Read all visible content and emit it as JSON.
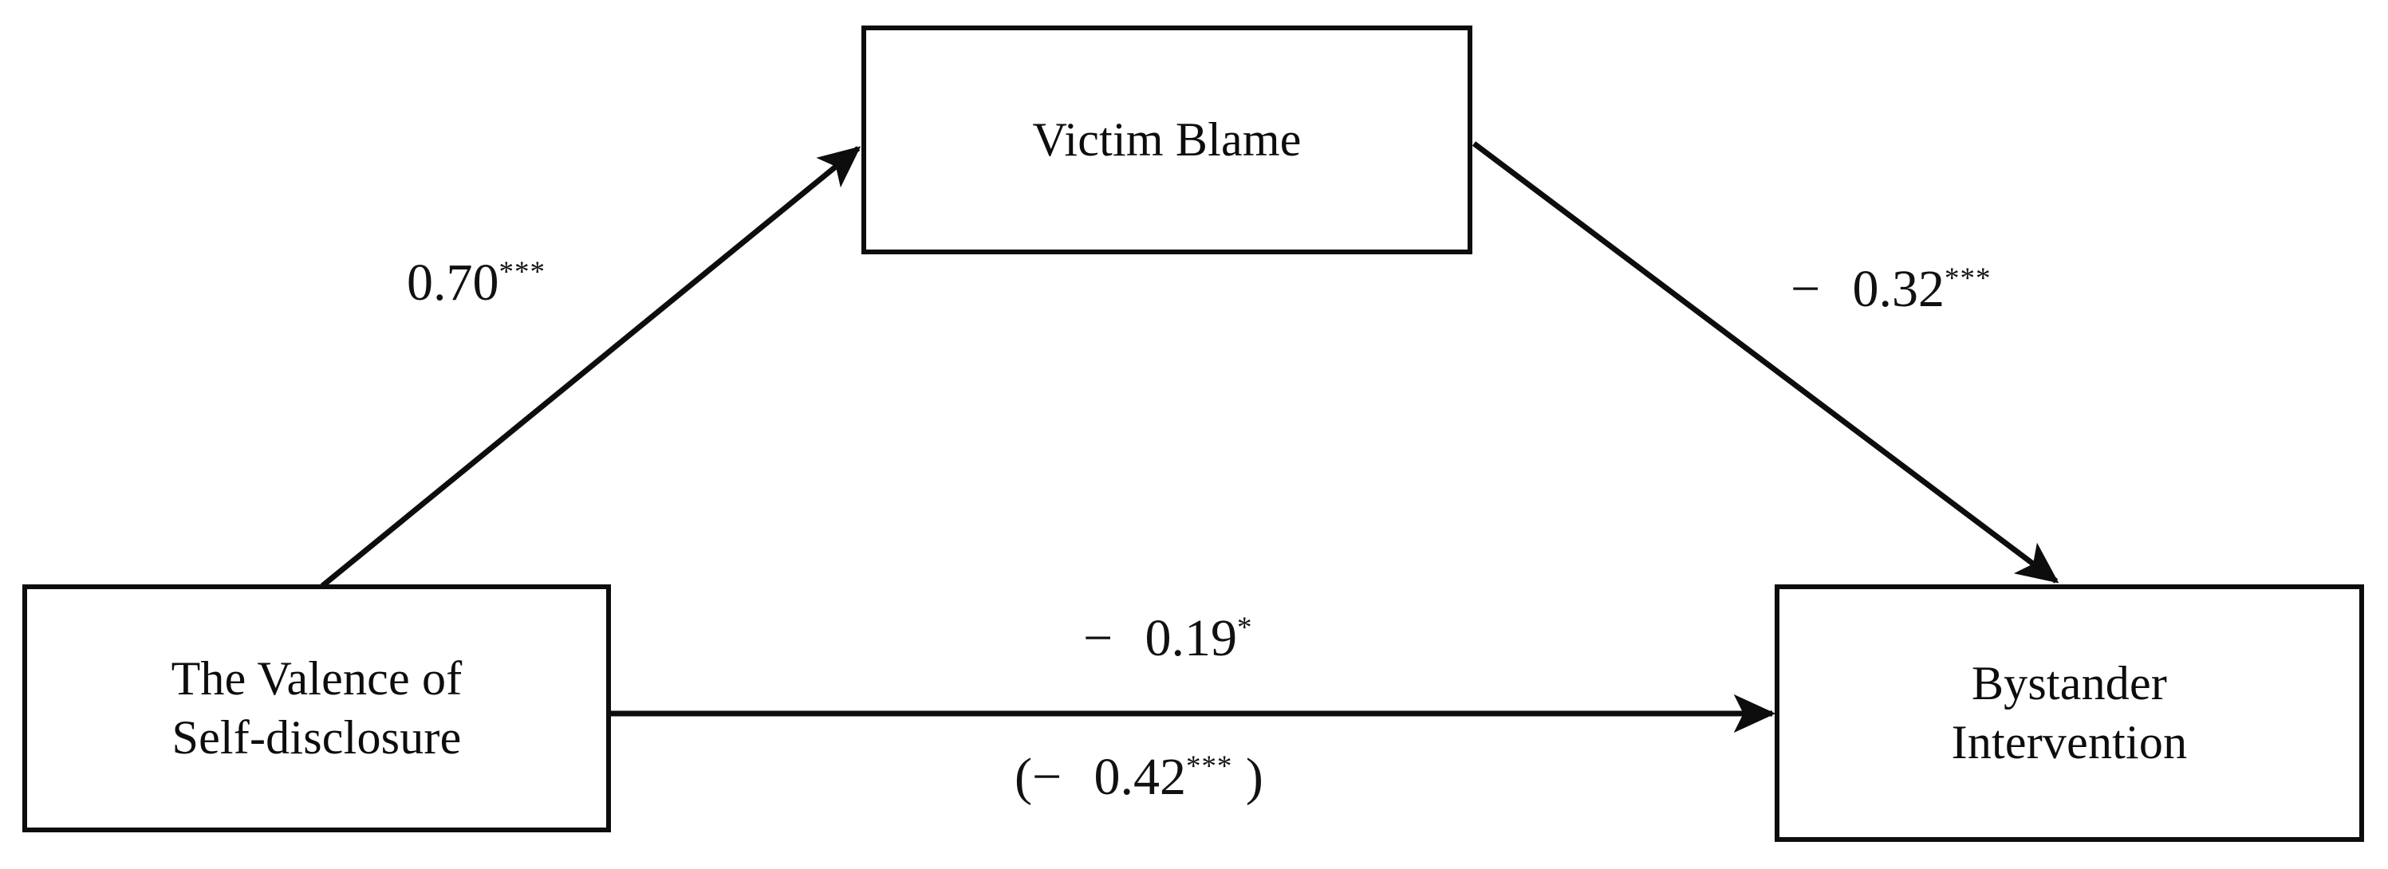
{
  "diagram": {
    "type": "mediation-path-model",
    "nodes": [
      {
        "id": "valence",
        "label": "The Valence of\nSelf-disclosure",
        "role": "predictor"
      },
      {
        "id": "victim_blame",
        "label": "Victim Blame",
        "role": "mediator"
      },
      {
        "id": "bystander",
        "label": "Bystander\nIntervention",
        "role": "outcome"
      }
    ],
    "paths": [
      {
        "id": "a_path",
        "from": "valence",
        "to": "victim_blame",
        "coefficient": "0.70",
        "sign": "",
        "stars": "***"
      },
      {
        "id": "b_path",
        "from": "victim_blame",
        "to": "bystander",
        "coefficient": "0.32",
        "sign": "− ",
        "stars": "***"
      },
      {
        "id": "c_prime_path",
        "from": "valence",
        "to": "bystander",
        "coefficient": "0.19",
        "sign": "− ",
        "stars": "*"
      },
      {
        "id": "c_total_path",
        "from": "valence",
        "to": "bystander",
        "open_paren": "(",
        "coefficient": "0.42",
        "sign": "− ",
        "stars": "***",
        "close_paren": " )"
      }
    ],
    "colors": {
      "stroke": "#0d0d0d",
      "text": "#111111",
      "background": "#ffffff"
    }
  }
}
